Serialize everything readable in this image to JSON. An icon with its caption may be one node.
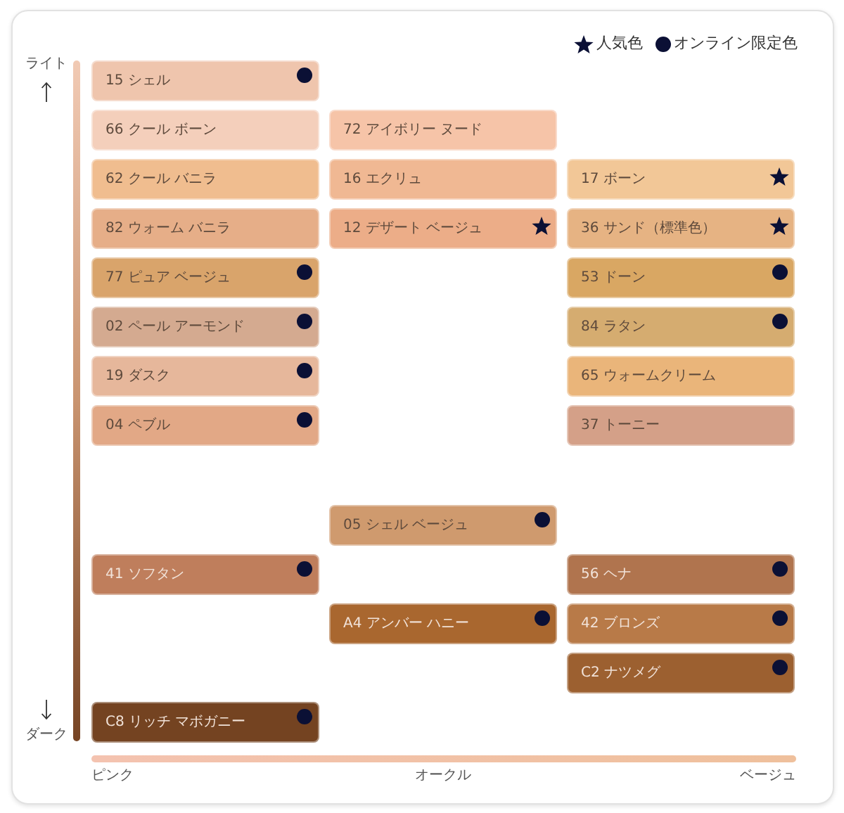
{
  "diagram": {
    "nodes": [
      {
        "text": [
          "15 シェル"
        ]
      },
      {
        "text": [
          "66 クール ボーン"
        ]
      },
      {
        "text": [
          "72 アイボリー ヌード"
        ]
      },
      {
        "text": [
          "62 クール バニラ"
        ]
      },
      {
        "text": [
          "16 エクリュ"
        ]
      },
      {
        "text": [
          "17 ボーン"
        ]
      },
      {
        "text": [
          "82 ウォーム バニラ"
        ]
      },
      {
        "text": [
          "12 デザート ベージュ"
        ]
      },
      {
        "text": [
          "36 サンド（標準色）"
        ]
      },
      {
        "text": [
          "77 ピュア ベージュ"
        ]
      },
      {
        "text": [
          "53 ドーン"
        ]
      },
      {
        "text": [
          "02 ペール アーモンド"
        ]
      },
      {
        "text": [
          "84 ラタン"
        ]
      },
      {
        "text": [
          "19 ダスク"
        ]
      },
      {
        "text": [
          "65 ウォームクリーム"
        ]
      },
      {
        "text": [
          "04 ペブル"
        ]
      },
      {
        "text": [
          "37 トーニー"
        ]
      },
      {
        "text": [
          "05 シェル ベージュ"
        ]
      },
      {
        "text": [
          "41 ソフタン"
        ]
      },
      {
        "text": [
          "56 ヘナ"
        ]
      },
      {
        "text": [
          "A4 アンバー ハニー"
        ]
      },
      {
        "text": [
          "42 ブロンズ"
        ]
      },
      {
        "text": [
          "C2 ナツメグ"
        ]
      },
      {
        "text": [
          "C8 リッチ マボガニー"
        ]
      }
    ],
    "labels": [
      "ライト",
      "ダーク",
      "ピンク",
      "オークル",
      "ベージュ"
    ],
    "legend": [
      {
        "text": "人気色"
      },
      {
        "text": "オンライン限定色"
      }
    ]
  }
}
